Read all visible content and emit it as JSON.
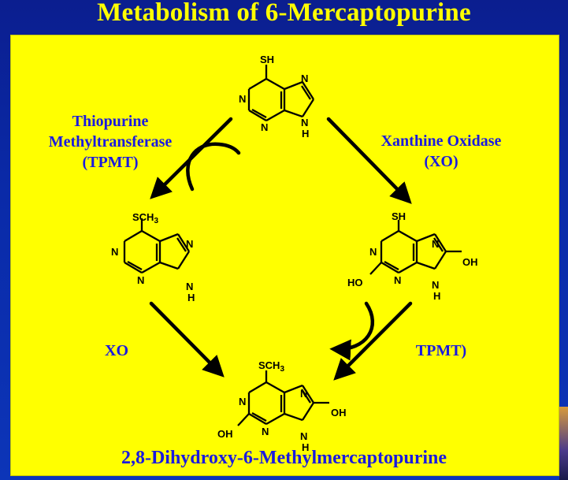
{
  "title": "Metabolism of 6-Mercaptopurine",
  "left_enzyme": {
    "line1": "Thiopurine",
    "line2": "Methyltransferase",
    "line3": "(TPMT)"
  },
  "right_enzyme": {
    "line1": "Xanthine Oxidase",
    "line2": "(XO)"
  },
  "lower_left_enzyme": "XO",
  "lower_right_enzyme": "TPMT)",
  "final_product": "2,8-Dihydroxy-6-Methylmercaptopurine",
  "atoms": {
    "sh": "SH",
    "sch3": "SCH",
    "sub3": "3",
    "n": "N",
    "h": "H",
    "oh": "OH",
    "ho": "HO"
  },
  "colors": {
    "background": "#0a2aa8",
    "panel": "#ffff00",
    "title": "#ffff00",
    "label": "#1a1ae0",
    "ink": "#000000"
  }
}
